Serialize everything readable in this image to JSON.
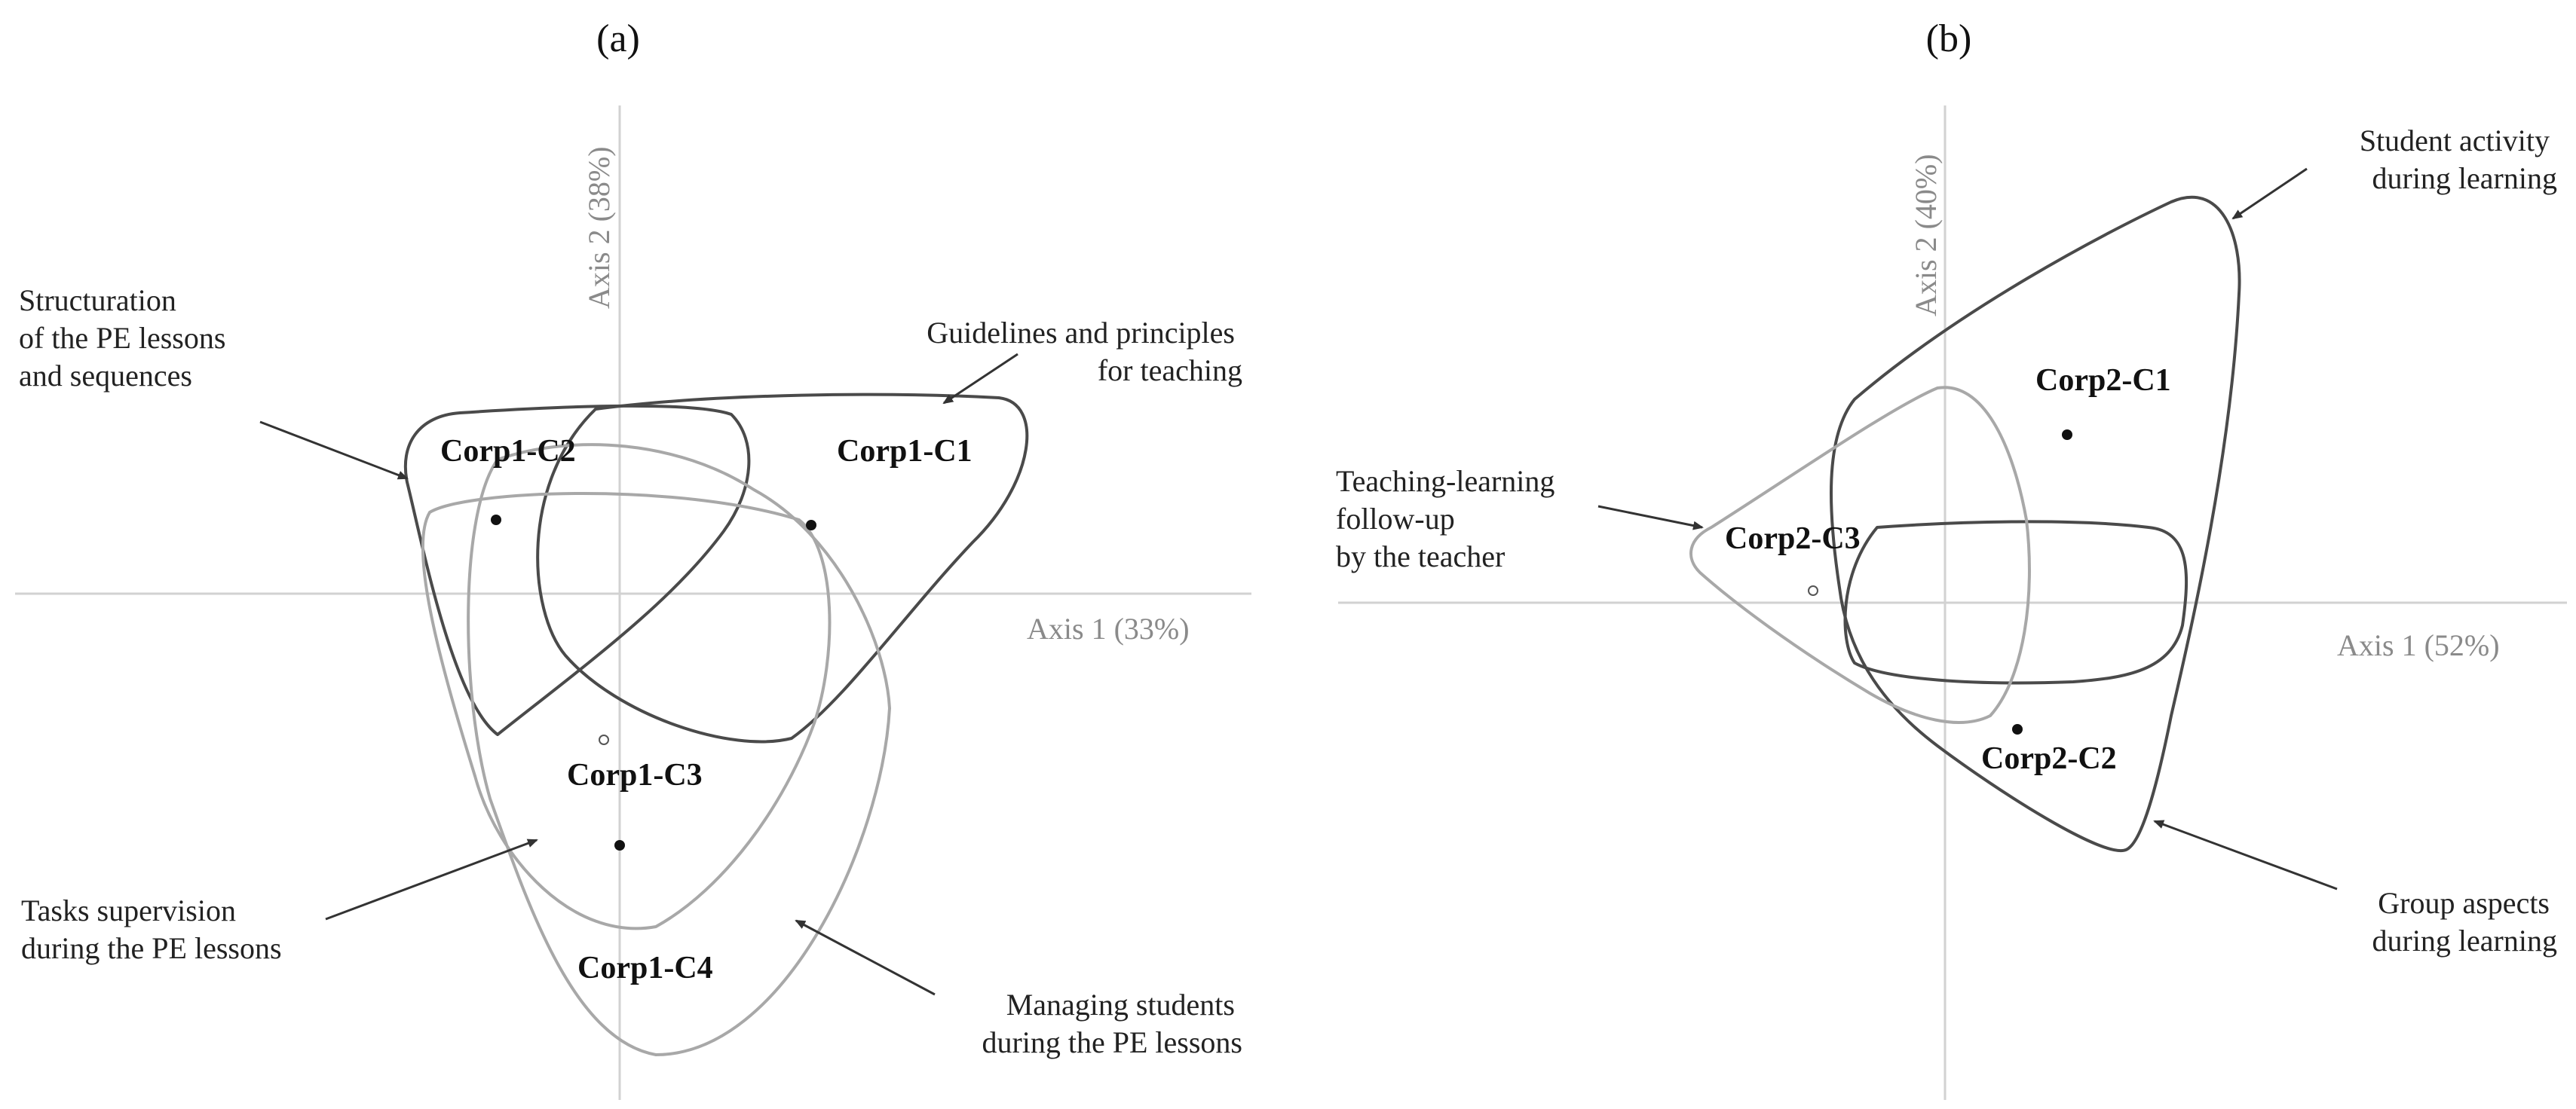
{
  "panels": {
    "a": {
      "label": "(a)",
      "axis1": "Axis 1 (33%)",
      "axis2": "Axis 2 (38%)",
      "clusters": [
        "Corp1-C1",
        "Corp1-C2",
        "Corp1-C3",
        "Corp1-C4"
      ],
      "annotations": {
        "structuration": [
          "Structuration",
          "of the PE lessons",
          "and sequences"
        ],
        "guidelines": [
          "Guidelines and principles",
          "for teaching"
        ],
        "tasks": [
          "Tasks supervision",
          "during the PE lessons"
        ],
        "managing": [
          "Managing students",
          "during the PE lessons"
        ]
      }
    },
    "b": {
      "label": "(b)",
      "axis1": "Axis 1 (52%)",
      "axis2": "Axis 2 (40%)",
      "clusters": [
        "Corp2-C1",
        "Corp2-C2",
        "Corp2-C3"
      ],
      "annotations": {
        "student_activity": [
          "Student activity",
          "during learning"
        ],
        "teaching_learning": [
          "Teaching-learning",
          "follow-up",
          "by the teacher"
        ],
        "group_aspects": [
          "Group aspects",
          "during learning"
        ]
      }
    }
  }
}
